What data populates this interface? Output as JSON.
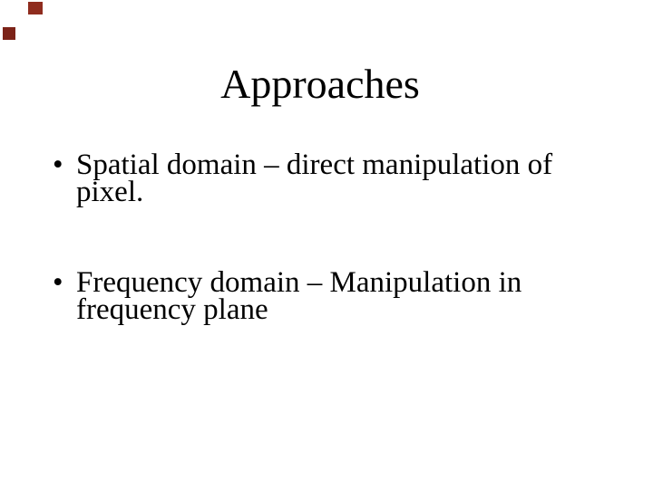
{
  "slide": {
    "background_color": "#ffffff",
    "text_color": "#000000",
    "title": "Approaches",
    "decorations": {
      "top_square_color": "#8f2c1e",
      "left_square_color": "#7c2318"
    },
    "bullets": [
      {
        "glyph": "•",
        "lines": {
          "line1": "Spatial domain – direct manipulation of",
          "line2": "pixel."
        }
      },
      {
        "glyph": "•",
        "lines": {
          "line1": "Frequency domain – Manipulation in",
          "line2": "frequency plane"
        }
      }
    ]
  }
}
